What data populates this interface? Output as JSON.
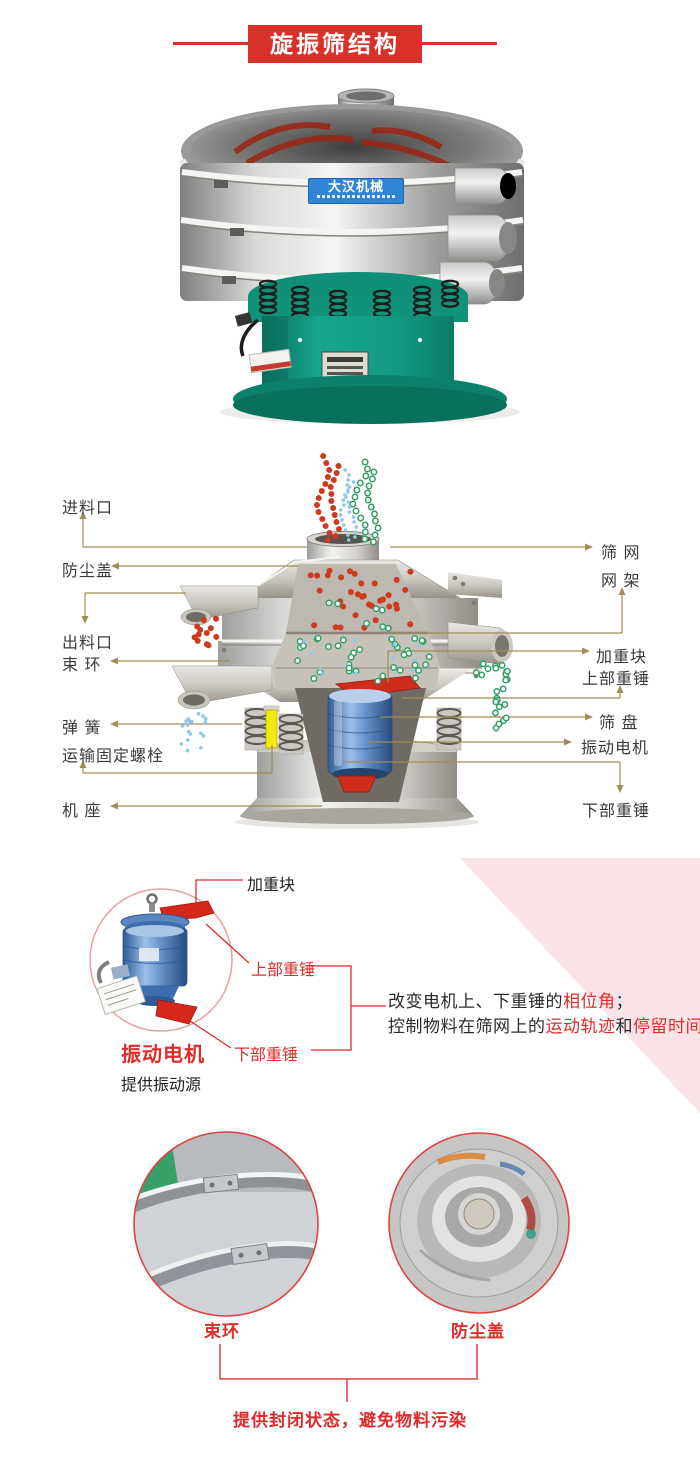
{
  "header": {
    "title": "旋振筛结构"
  },
  "machine_photo": {
    "badge": "大汉机械"
  },
  "diagram": {
    "left_labels": [
      "进料口",
      "防尘盖",
      "出料口",
      "束 环",
      "弹 簧",
      "运输固定螺栓",
      "机 座"
    ],
    "right_labels": [
      "筛 网",
      "网 架",
      "加重块",
      "上部重锤",
      "筛 盘",
      "振动电机",
      "下部重锤"
    ]
  },
  "motor_section": {
    "weight_block": "加重块",
    "upper_hammer": "上部重锤",
    "lower_hammer": "下部重锤",
    "motor_name": "振动电机",
    "motor_caption": "提供振动源",
    "desc": {
      "l1_black": "改变电机上、下重锤的",
      "l1_red": "相位角",
      "l1_tail": "；",
      "l2_black": "控制物料在筛网上的",
      "l2_red1": "运动轨迹",
      "l2_and": "和",
      "l2_red2": "停留时间"
    }
  },
  "photos_section": {
    "left_label": "束环",
    "right_label": "防尘盖",
    "caption": "提供封闭状态，避免物料污染"
  },
  "colors": {
    "accent_red": "#d7312a",
    "connector_tan": "#a08d55",
    "label_red": "#e02b2b",
    "pink_bg": "#f9e3e7",
    "machine_teal": "#129a80",
    "motor_blue": "#4a77b4"
  }
}
